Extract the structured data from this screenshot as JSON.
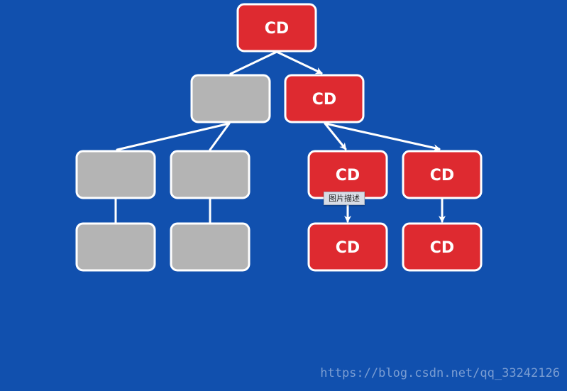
{
  "diagram": {
    "nodes": [
      {
        "id": "root",
        "label": "CD",
        "state": "active"
      },
      {
        "id": "l1",
        "label": "",
        "state": "inactive"
      },
      {
        "id": "r1",
        "label": "CD",
        "state": "active"
      },
      {
        "id": "l1a",
        "label": "",
        "state": "inactive"
      },
      {
        "id": "l1b",
        "label": "",
        "state": "inactive"
      },
      {
        "id": "r1a",
        "label": "CD",
        "state": "active"
      },
      {
        "id": "r1b",
        "label": "CD",
        "state": "active"
      },
      {
        "id": "l1a-child",
        "label": "",
        "state": "inactive"
      },
      {
        "id": "l1b-child",
        "label": "",
        "state": "inactive"
      },
      {
        "id": "r1a-child",
        "label": "CD",
        "state": "active"
      },
      {
        "id": "r1b-child",
        "label": "CD",
        "state": "active"
      }
    ],
    "edges": [
      {
        "from": "root",
        "to": "l1",
        "arrow": false
      },
      {
        "from": "root",
        "to": "r1",
        "arrow": true
      },
      {
        "from": "l1",
        "to": "l1a",
        "arrow": false
      },
      {
        "from": "l1",
        "to": "l1b",
        "arrow": false
      },
      {
        "from": "r1",
        "to": "r1a",
        "arrow": true
      },
      {
        "from": "r1",
        "to": "r1b",
        "arrow": true
      },
      {
        "from": "l1a",
        "to": "l1a-child",
        "arrow": false
      },
      {
        "from": "l1b",
        "to": "l1b-child",
        "arrow": false
      },
      {
        "from": "r1a",
        "to": "r1a-child",
        "arrow": true
      },
      {
        "from": "r1b",
        "to": "r1b-child",
        "arrow": true
      }
    ],
    "colors": {
      "background": "#1150ae",
      "active_fill": "#de2a30",
      "inactive_fill": "#b4b4b4",
      "border": "#ffffff",
      "edge": "#ffffff"
    }
  },
  "tooltip": {
    "text": "图片描述"
  },
  "watermark": {
    "text": "https://blog.csdn.net/qq_33242126"
  }
}
